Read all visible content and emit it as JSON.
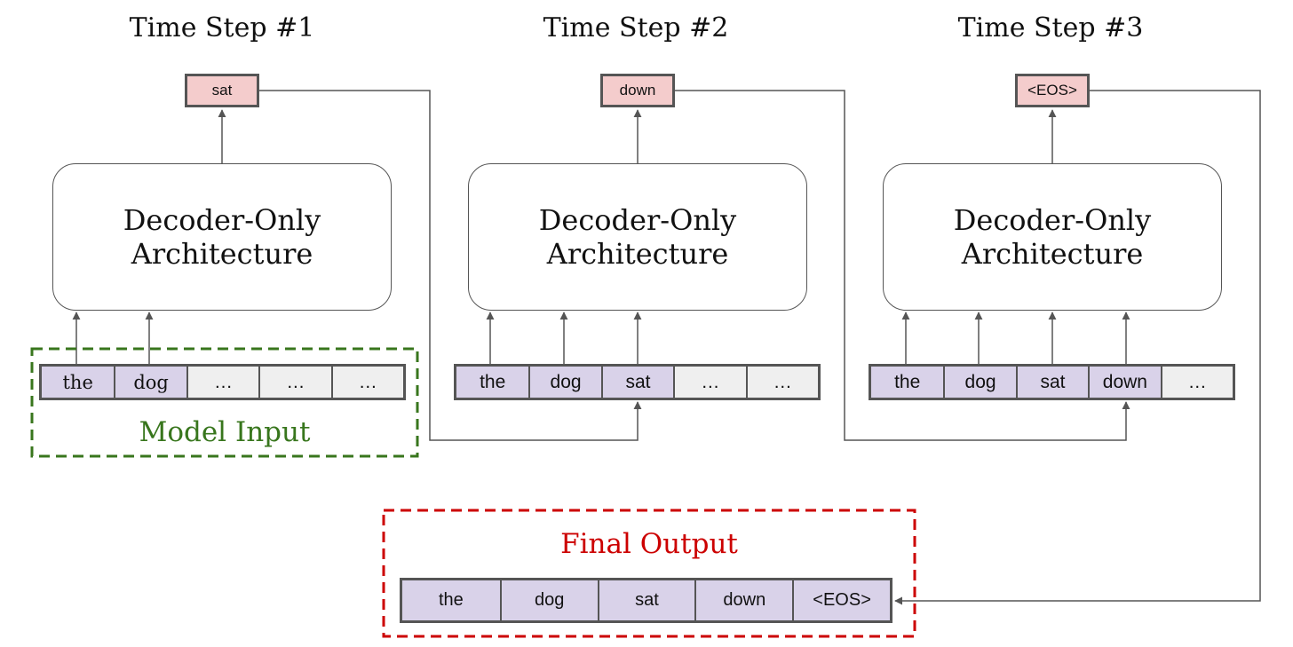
{
  "steps": [
    {
      "title": "Time Step #1",
      "output": "sat",
      "decoder_label": "Decoder-Only Architecture",
      "tokens": [
        "the",
        "dog",
        "…",
        "…",
        "…"
      ],
      "filled_count": 2
    },
    {
      "title": "Time Step #2",
      "output": "down",
      "decoder_label": "Decoder-Only Architecture",
      "tokens": [
        "the",
        "dog",
        "sat",
        "…",
        "…"
      ],
      "filled_count": 3
    },
    {
      "title": "Time Step #3",
      "output": "<EOS>",
      "decoder_label": "Decoder-Only Architecture",
      "tokens": [
        "the",
        "dog",
        "sat",
        "down",
        "…"
      ],
      "filled_count": 4
    }
  ],
  "model_input_label": "Model Input",
  "final_output_label": "Final Output",
  "final_output_tokens": [
    "the",
    "dog",
    "sat",
    "down",
    "<EOS>"
  ],
  "colors": {
    "output_token_fill": "#f4cccc",
    "input_token_fill": "#d9d2e9",
    "empty_token_fill": "#efefef",
    "model_input_accent": "#38761d",
    "final_output_accent": "#cc0000",
    "line": "#555555"
  }
}
